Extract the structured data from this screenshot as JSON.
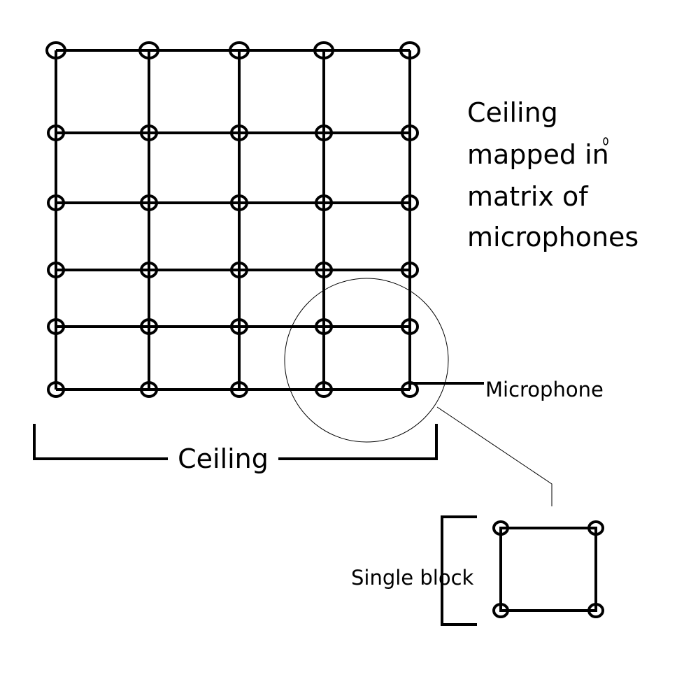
{
  "title_lines": [
    "Ceiling",
    "mapped in",
    "matrix of",
    "microphones"
  ],
  "labels": {
    "ceiling": "Ceiling",
    "microphone": "Microphone",
    "single_block": "Single block"
  },
  "grid": {
    "rows": 6,
    "columns": 5
  },
  "colors": {
    "ink": "#000000",
    "background": "#ffffff"
  }
}
